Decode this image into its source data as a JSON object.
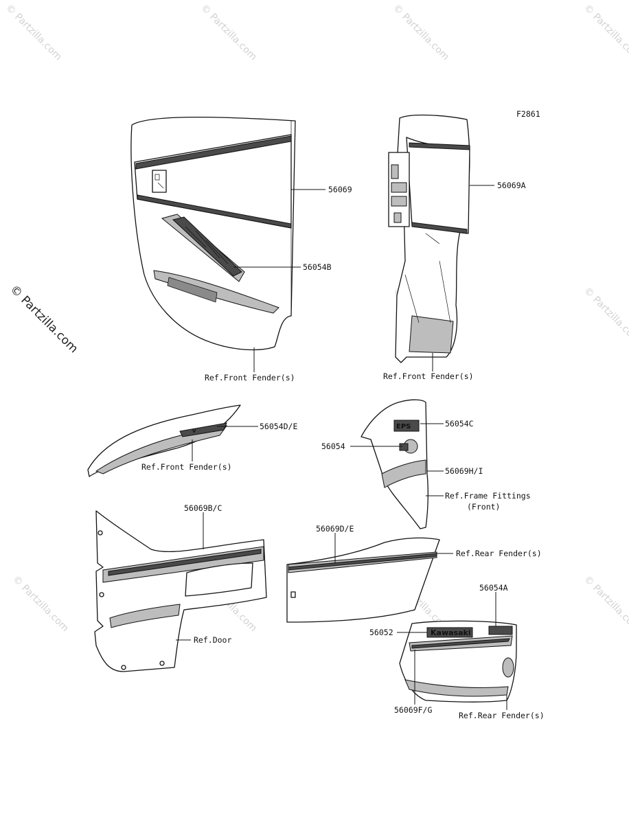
{
  "figure_code": "F2861",
  "watermark": {
    "tiled": "© Partzilla.com",
    "side": "© Partzilla.com"
  },
  "callouts": {
    "c56069": "56069",
    "c56069A": "56069A",
    "c56054B": "56054B",
    "ref_front_fender_1": "Ref.Front Fender(s)",
    "ref_front_fender_2": "Ref.Front Fender(s)",
    "c56054DE": "56054D/E",
    "ref_front_fender_3": "Ref.Front Fender(s)",
    "c56054C": "56054C",
    "c56054": "56054",
    "c56069HI": "56069H/I",
    "ref_frame_fittings_1": "Ref.Frame Fittings",
    "ref_frame_fittings_2": "(Front)",
    "c56069BC": "56069B/C",
    "c56069DE": "56069D/E",
    "ref_rear_fender_1": "Ref.Rear Fender(s)",
    "ref_door": "Ref.Door",
    "c56054A": "56054A",
    "c56052": "56052",
    "c56069FG": "56069F/G",
    "ref_rear_fender_2": "Ref.Rear Fender(s)"
  },
  "decal_text": {
    "kawasaki": "Kawasaki"
  }
}
